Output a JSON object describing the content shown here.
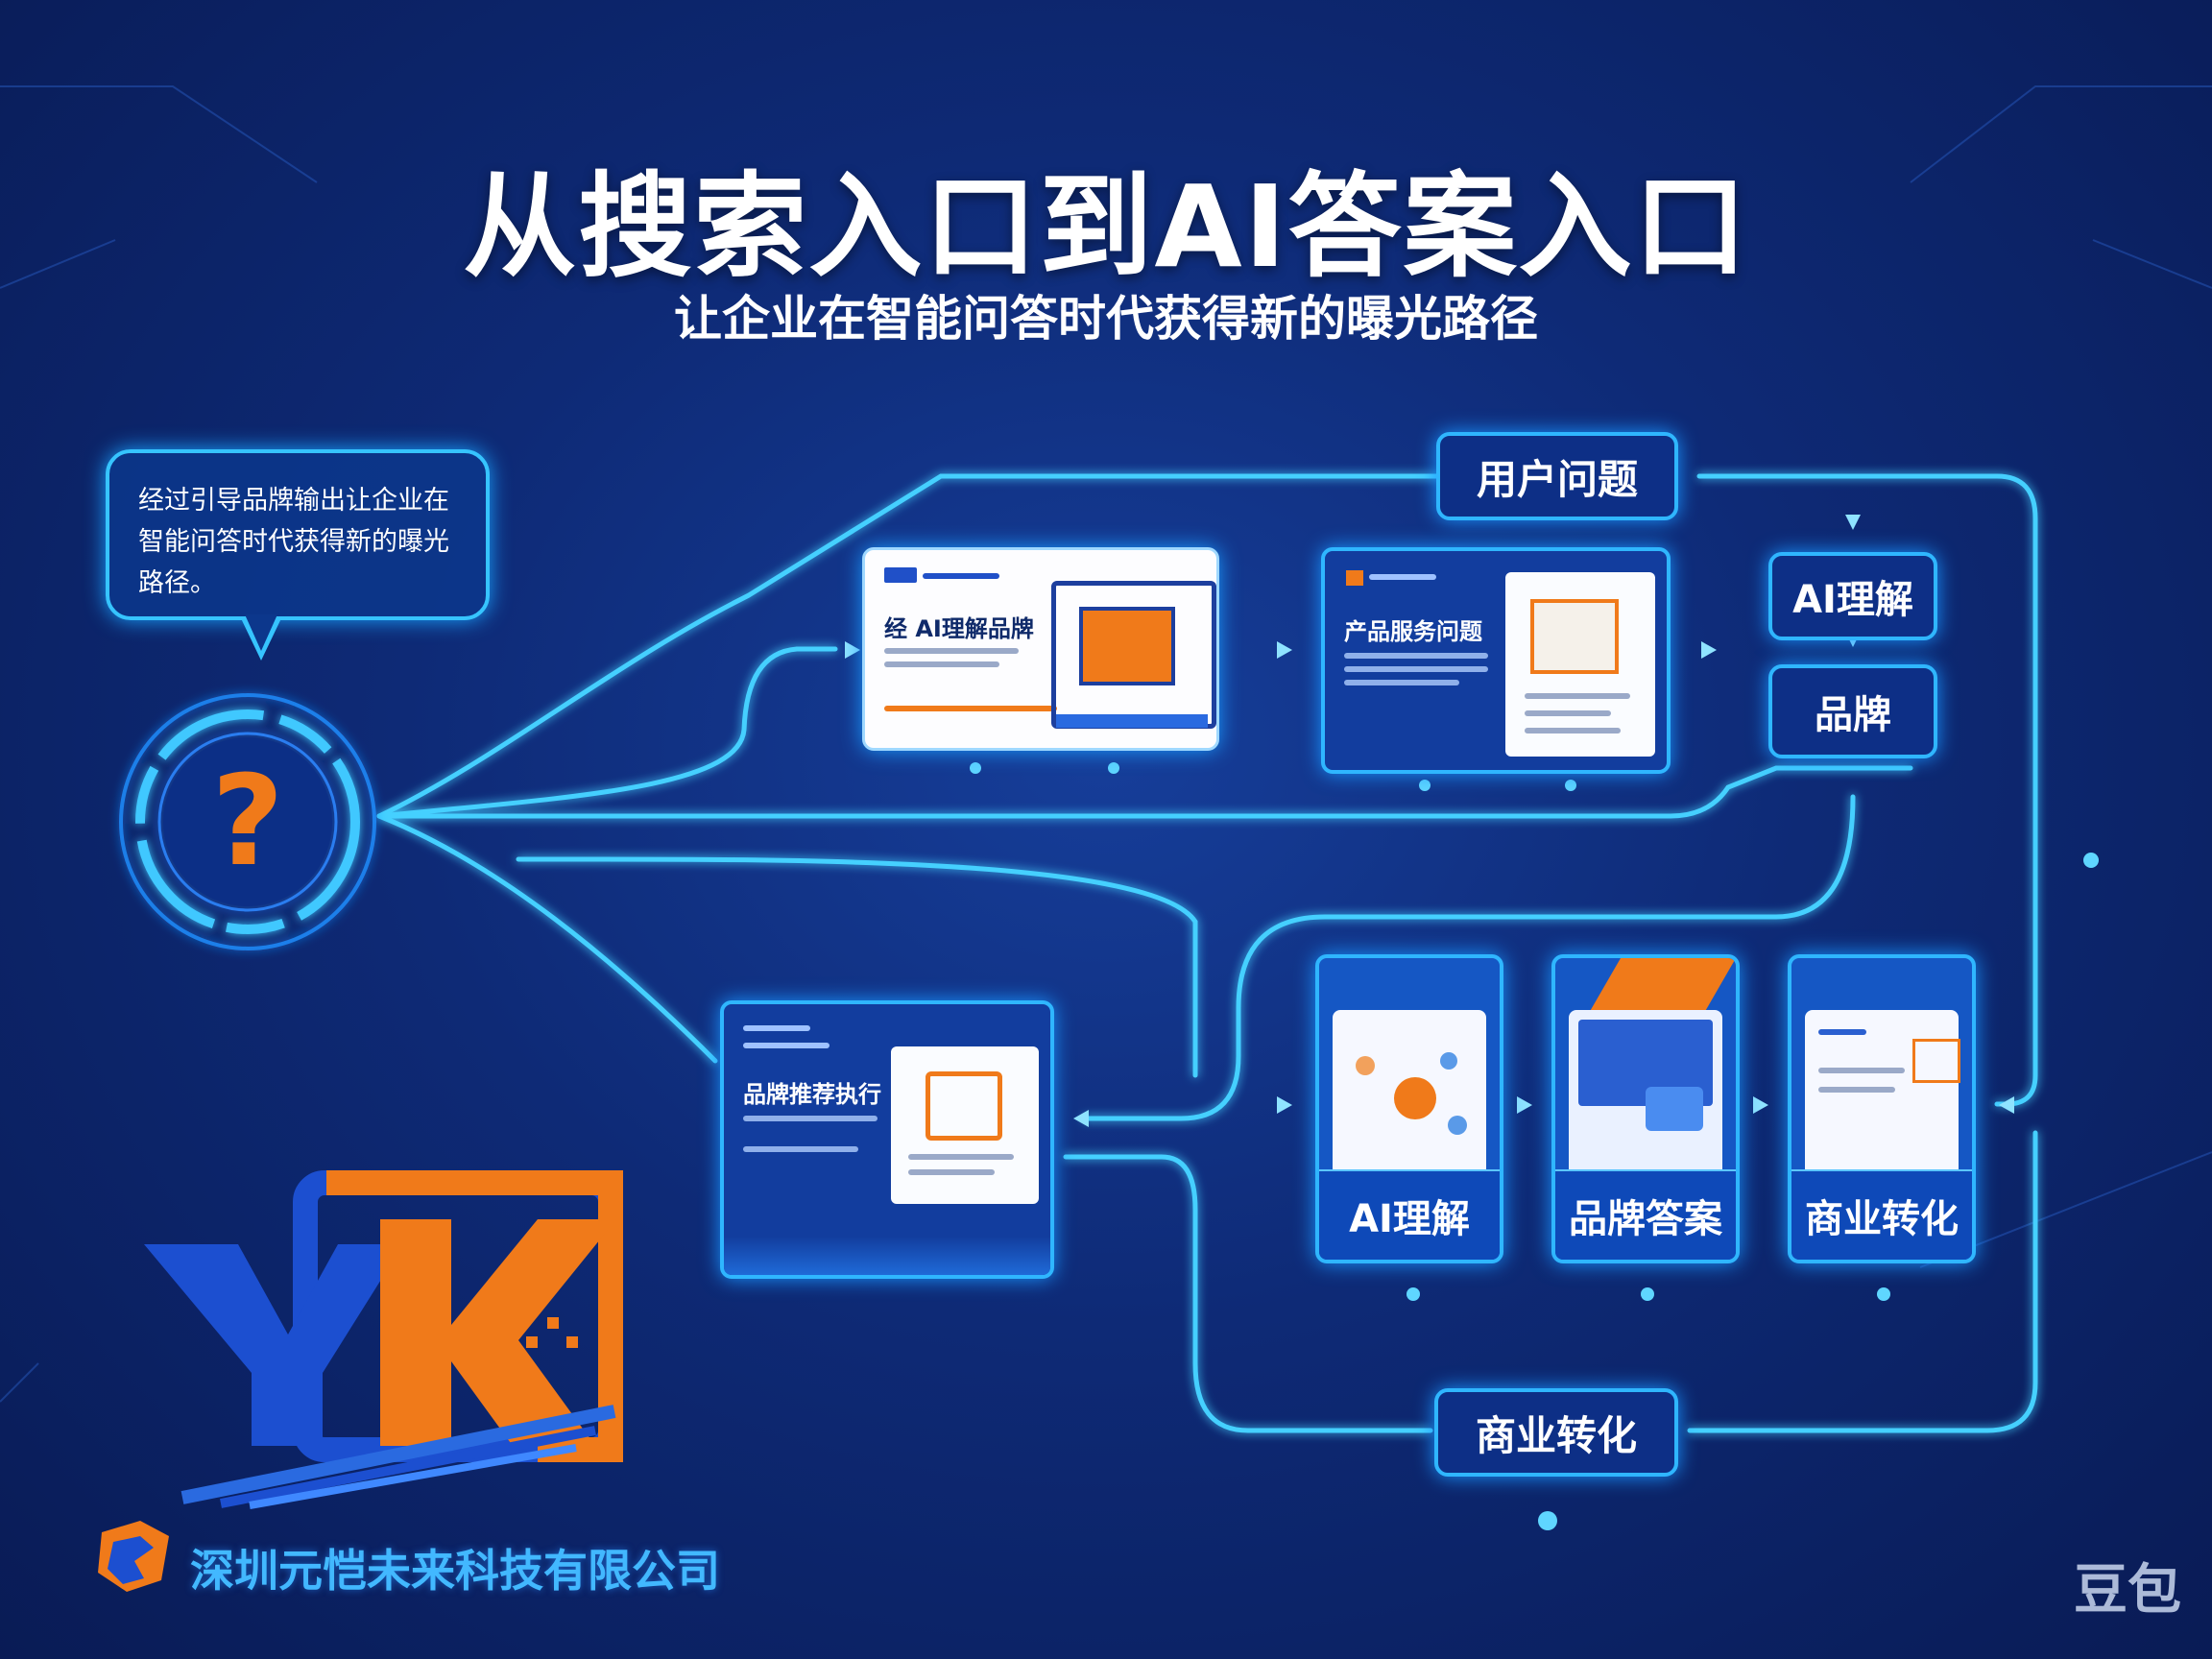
{
  "title": "从搜索入口到AI答案入口",
  "subtitle": "让企业在智能问答时代获得新的曝光路径",
  "bubble_text": "经过引导品牌输出让企业在智能问答时代获得新的曝光路径。",
  "top_nodes": {
    "user_question": "用户问题",
    "ai_understand": "AI理解",
    "brand": "品牌"
  },
  "cards": {
    "card1_label": "经 AI理解品牌",
    "card2_label": "产品服务问题",
    "card3_label": "品牌推荐执行"
  },
  "bottom_cards": [
    {
      "caption": "AI理解"
    },
    {
      "caption": "品牌答案"
    },
    {
      "caption": "商业转化"
    }
  ],
  "bottom_node": "商业转化",
  "logo_text": "YK",
  "company": "深圳元恺未来科技有限公司",
  "watermark": "豆包",
  "colors": {
    "accent": "#2fb6ff",
    "brand_orange": "#f07a1a",
    "brand_blue": "#1c4fd0",
    "background": "#0e2a76"
  },
  "icons": [
    "question-mark-icon",
    "arrow-right-icon",
    "arrow-down-icon"
  ]
}
